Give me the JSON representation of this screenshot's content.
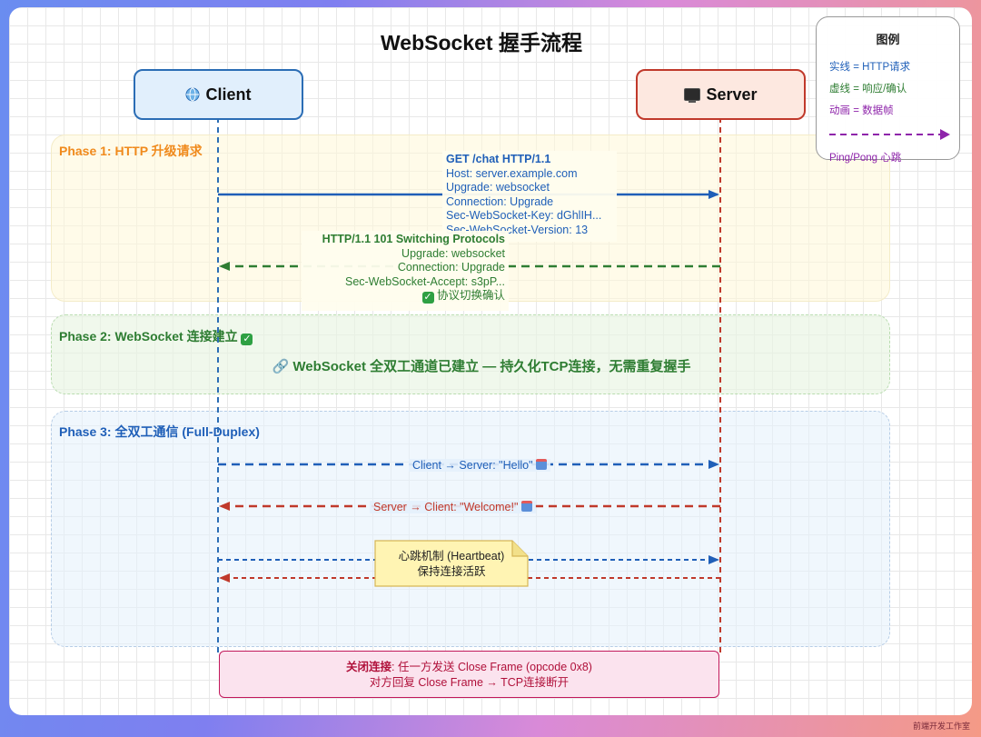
{
  "title": "WebSocket 握手流程",
  "actors": {
    "client": "Client",
    "server": "Server"
  },
  "phases": {
    "phase1": "Phase 1: HTTP 升级请求",
    "phase2": "Phase 2: WebSocket 连接建立",
    "phase3": "Phase 3: 全双工通信 (Full-Duplex)"
  },
  "request": {
    "line1": "GET /chat HTTP/1.1",
    "line2": "Host: server.example.com",
    "line3": "Upgrade: websocket",
    "line4": "Connection: Upgrade",
    "line5": "Sec-WebSocket-Key: dGhlIH...",
    "line6": "Sec-WebSocket-Version: 13"
  },
  "response": {
    "line1": "HTTP/1.1 101 Switching Protocols",
    "line2": "Upgrade: websocket",
    "line3": "Connection: Upgrade",
    "line4": "Sec-WebSocket-Accept: s3pP...",
    "line5": "协议切换确认"
  },
  "established": "WebSocket 全双工通道已建立 — 持久化TCP连接，无需重复握手",
  "messages": {
    "client_to_server": "Client → Server: \"Hello\"",
    "server_to_client": "Server → Client: \"Welcome!\""
  },
  "heartbeat": {
    "line1": "心跳机制 (Heartbeat)",
    "line2": "保持连接活跃"
  },
  "close": {
    "label": "关闭连接",
    "line1_rest": ": 任一方发送 Close Frame (opcode 0x8)",
    "line2": "对方回复 Close Frame → TCP连接断开"
  },
  "legend": {
    "title": "图例",
    "solid": "实线 = HTTP请求",
    "dashed": "虚线 = 响应/确认",
    "animated": "动画 = 数据帧",
    "ping": "Ping/Pong 心跳"
  },
  "colors": {
    "blue": "#1f5fb8",
    "green": "#2e7d32",
    "red": "#c0392b",
    "orange": "#f08a1c",
    "purple": "#8e24aa"
  },
  "watermark": "前端开发工作室"
}
